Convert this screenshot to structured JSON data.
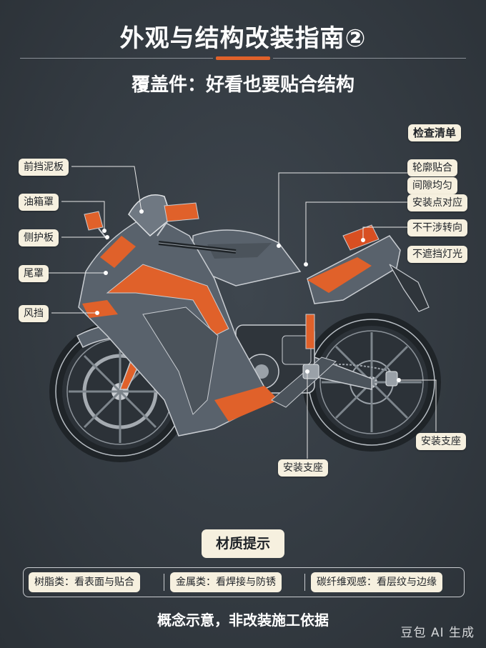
{
  "header": {
    "title": "外观与结构改装指南②",
    "subtitle": "覆盖件：好看也要贴合结构"
  },
  "left_labels": [
    "前挡泥板",
    "油箱罩",
    "侧护板",
    "尾罩",
    "风挡"
  ],
  "checklist": {
    "title": "检查清单",
    "items": [
      "轮廓贴合",
      "间隙均匀",
      "安装点对应",
      "不干涉转向",
      "不遮挡灯光"
    ]
  },
  "mount_labels": {
    "center": "安装支座",
    "rear": "安装支座"
  },
  "materials": {
    "title": "材质提示",
    "items": [
      "树脂类：看表面与贴合",
      "金属类：看焊接与防锈",
      "碳纤维观感：看层纹与边缘"
    ]
  },
  "footer": "概念示意，非改装施工依据",
  "watermark": "豆包 AI 生成",
  "colors": {
    "background": "#343b42",
    "accent": "#e0612a",
    "label_bg": "#f6f0df",
    "bike_body": "#59626c"
  }
}
